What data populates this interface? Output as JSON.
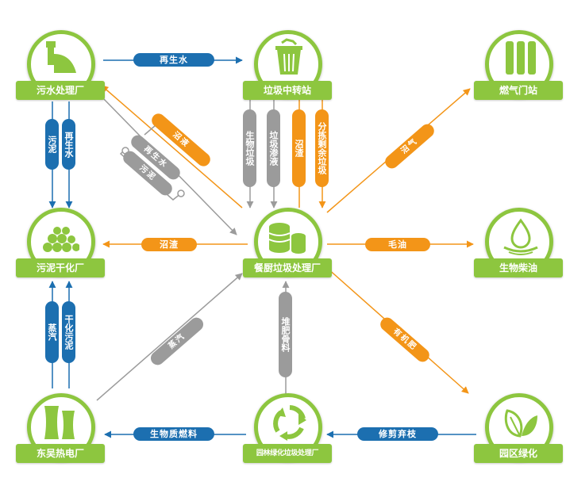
{
  "nodes": {
    "sewage_plant": "污水处理厂",
    "transfer_station": "垃圾中转站",
    "gas_station": "燃气门站",
    "sludge_dry_plant": "污泥干化厂",
    "kitchen_waste_plant": "餐厨垃圾处理厂",
    "biodiesel": "生物柴油",
    "thermal_plant": "东吴热电厂",
    "garden_waste_plant": "园林绿化垃圾处理厂",
    "park_green": "园区绿化"
  },
  "flows": {
    "reclaimed_water_top": "再生水",
    "sludge_left": "污泥",
    "reclaimed_water_left": "再生水",
    "steam": "蒸汽",
    "dried_sludge": "干化污泥",
    "biogas_liquid": "沼液",
    "reclaimed_water_diag": "再生水",
    "sludge_diag": "污泥",
    "food_waste": "生物垃圾",
    "leachate": "垃圾渗液",
    "biogas_residue_up": "沼渣",
    "sorted_waste": "分拣剩余垃圾",
    "biogas": "沼气",
    "biogas_residue_left": "沼渣",
    "waste_oil": "毛油",
    "organic_fertilizer": "有机肥",
    "steam_diag": "蒸汽",
    "compost_aggregate": "堆肥骨料",
    "biomass_fuel": "生物质燃料",
    "pruned_branches": "修剪弃枝"
  },
  "colors": {
    "green": "#8dc63f",
    "blue": "#1c6fb0",
    "orange": "#f39518",
    "gray": "#9b9b9b"
  }
}
